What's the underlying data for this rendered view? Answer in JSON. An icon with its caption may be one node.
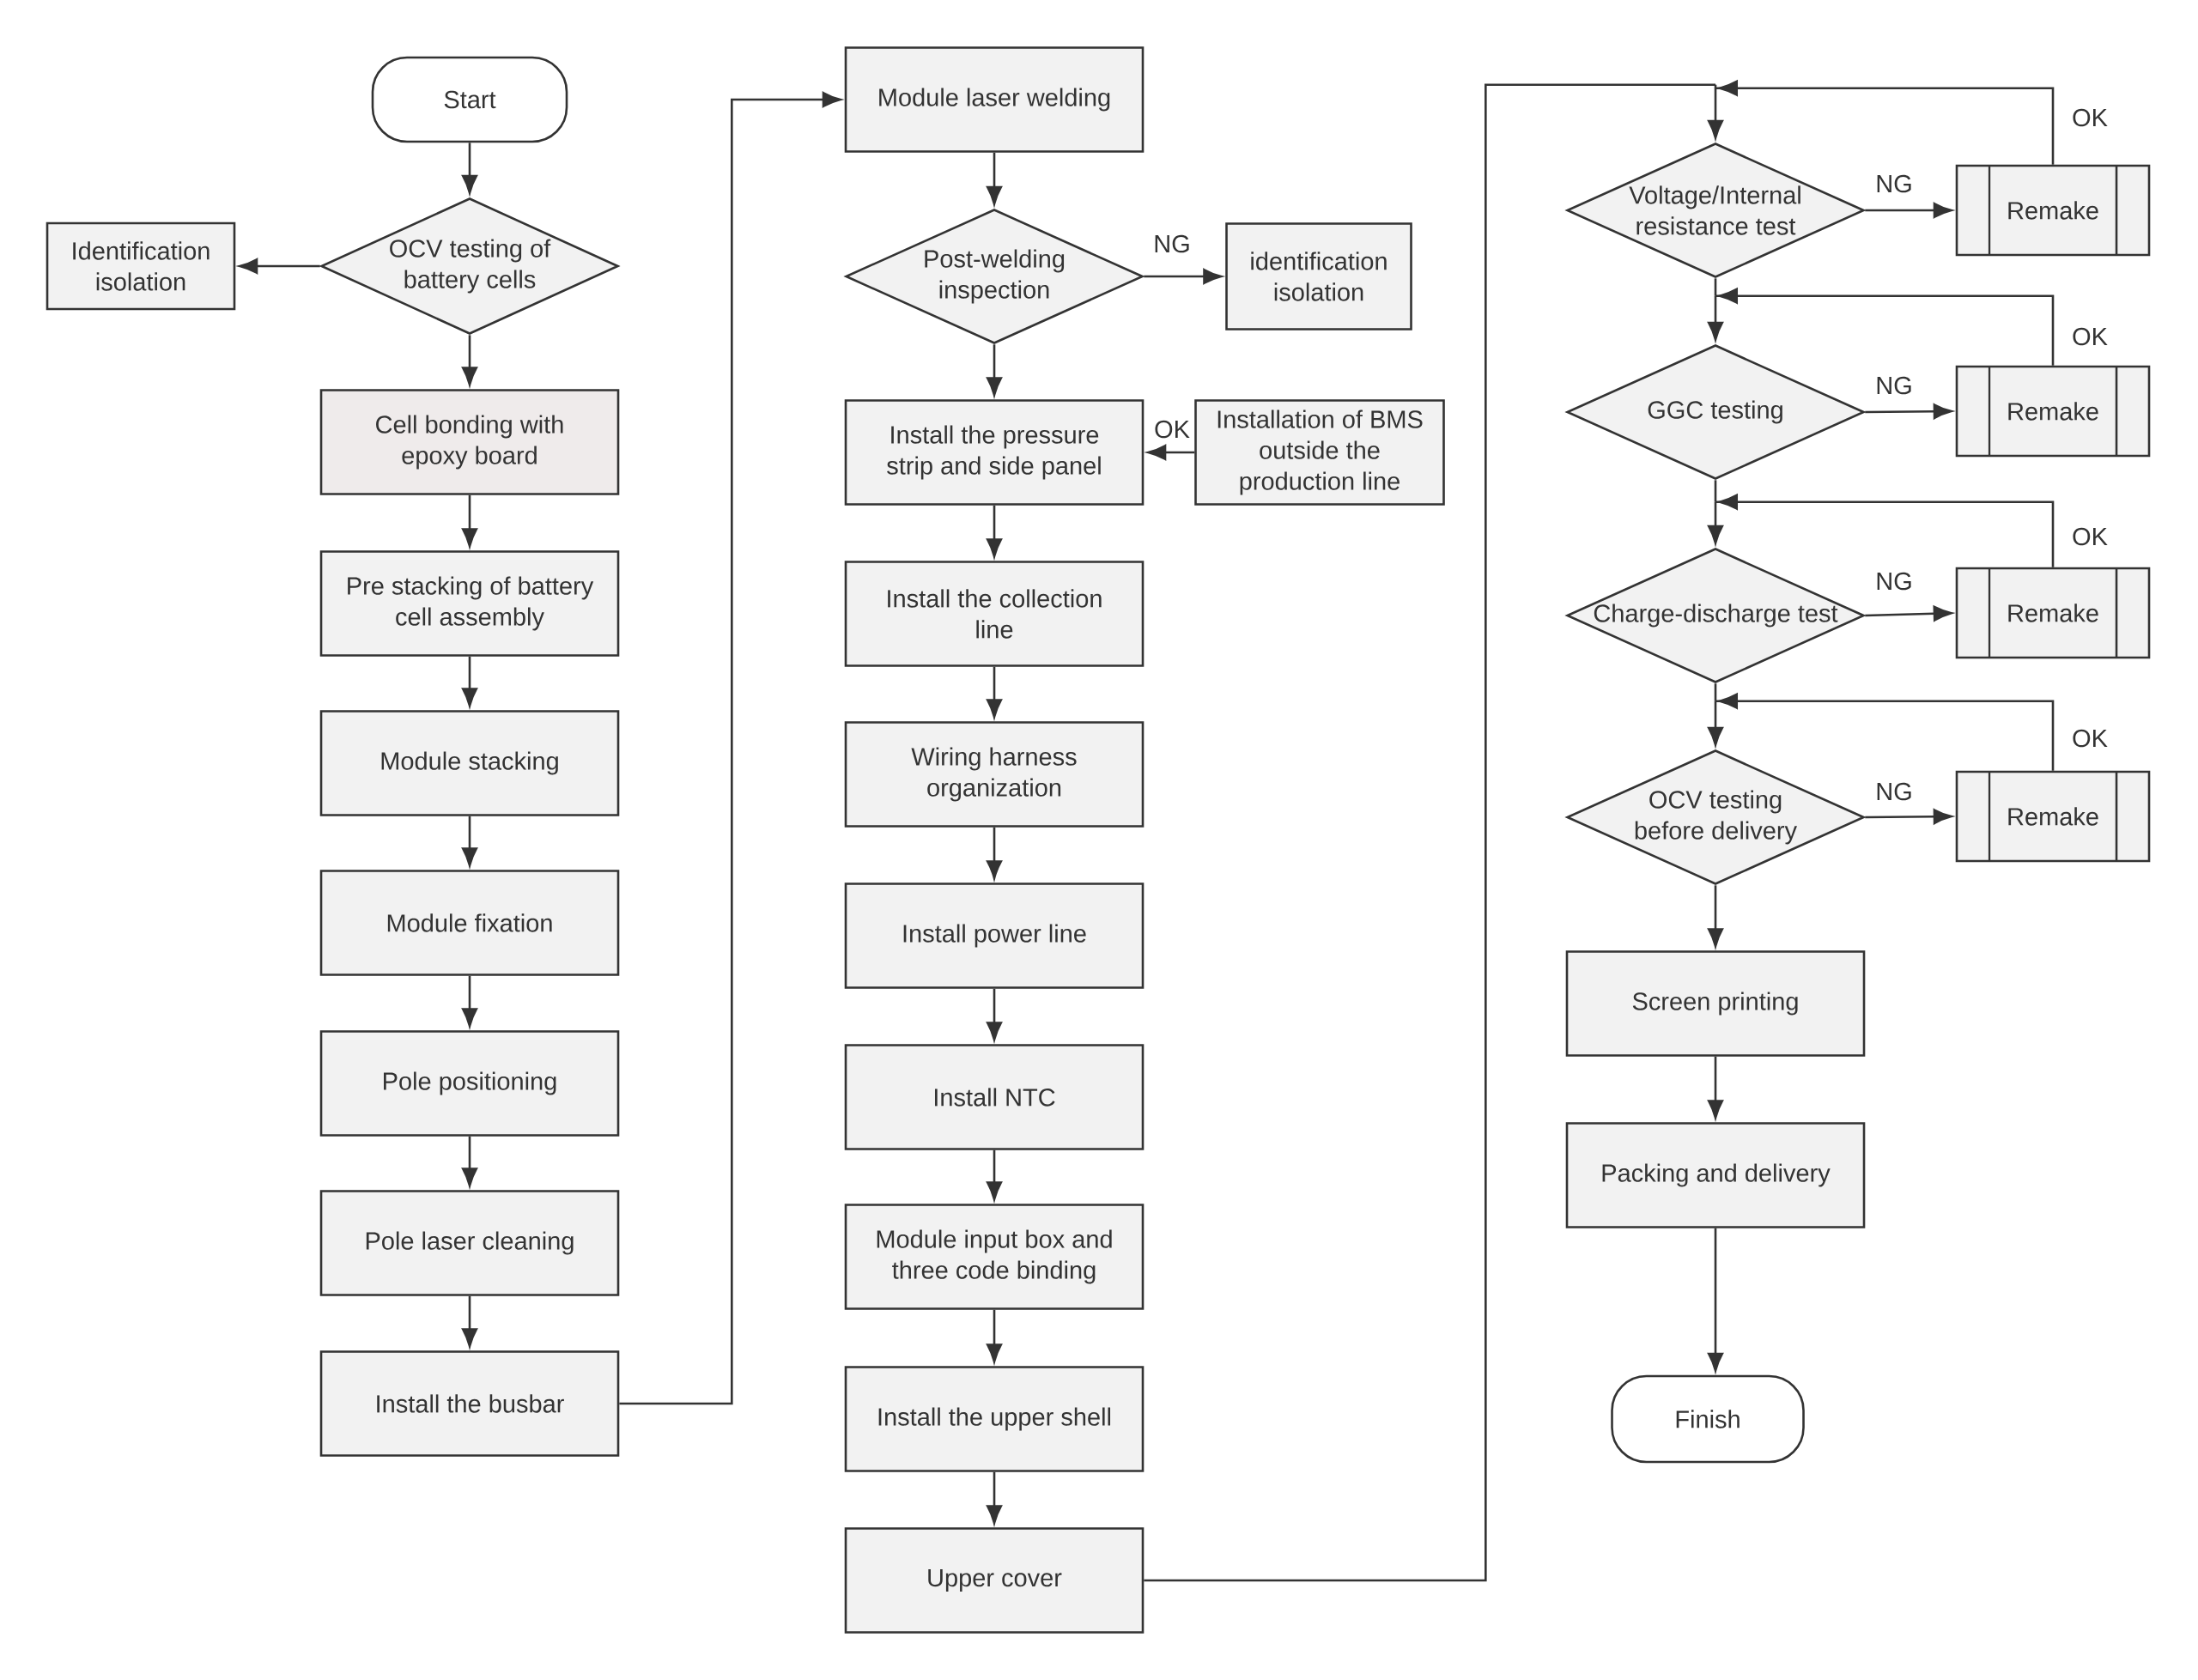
{
  "diagram": {
    "nodes": [
      {
        "text": [
          "Start"
        ]
      },
      {
        "text": [
          "OCV testing of battery cells"
        ]
      },
      {
        "text": [
          "Identification isolation"
        ]
      },
      {
        "text": [
          "Cell bonding with epoxy board"
        ]
      },
      {
        "text": [
          "Pre stacking of battery cell assembly"
        ]
      },
      {
        "text": [
          "Module stacking"
        ]
      },
      {
        "text": [
          "Module fixation"
        ]
      },
      {
        "text": [
          "Pole positioning"
        ]
      },
      {
        "text": [
          "Pole laser cleaning"
        ]
      },
      {
        "text": [
          "Install the busbar"
        ]
      },
      {
        "text": [
          "Module laser welding"
        ]
      },
      {
        "text": [
          "Post-welding inspection"
        ]
      },
      {
        "text": [
          "identification isolation"
        ]
      },
      {
        "text": [
          "Install the pressure strip and side panel"
        ]
      },
      {
        "text": [
          "Installation of BMS outside the production line"
        ]
      },
      {
        "text": [
          "Install the collection line"
        ]
      },
      {
        "text": [
          "Wiring harness organization"
        ]
      },
      {
        "text": [
          "Install power line"
        ]
      },
      {
        "text": [
          "Install NTC"
        ]
      },
      {
        "text": [
          "Module input box and three code binding"
        ]
      },
      {
        "text": [
          "Install the upper shell"
        ]
      },
      {
        "text": [
          "Upper cover"
        ]
      },
      {
        "text": [
          "Voltage/Internal resistance test"
        ]
      },
      {
        "text": [
          "Remake"
        ]
      },
      {
        "text": [
          "GGC testing"
        ]
      },
      {
        "text": [
          "Remake"
        ]
      },
      {
        "text": [
          "Charge-discharge test"
        ]
      },
      {
        "text": [
          "Remake"
        ]
      },
      {
        "text": [
          "OCV testing before delivery"
        ]
      },
      {
        "text": [
          "Remake"
        ]
      },
      {
        "text": [
          "Screen printing"
        ]
      },
      {
        "text": [
          "Packing and delivery"
        ]
      },
      {
        "text": [
          "Finish"
        ]
      }
    ],
    "edges": [
      {
        "from": 0,
        "to": 1,
        "arrow": "to"
      },
      {
        "from": 1,
        "to": 2,
        "arrow": "to"
      },
      {
        "from": 1,
        "to": 3,
        "arrow": "to"
      },
      {
        "from": 3,
        "to": 4,
        "arrow": "to"
      },
      {
        "from": 4,
        "to": 5,
        "arrow": "to"
      },
      {
        "from": 5,
        "to": 6,
        "arrow": "to"
      },
      {
        "from": 6,
        "to": 7,
        "arrow": "to"
      },
      {
        "from": 7,
        "to": 8,
        "arrow": "to"
      },
      {
        "from": 8,
        "to": 9,
        "arrow": "to"
      },
      {
        "from": 9,
        "to": 10,
        "arrow": "to"
      },
      {
        "from": 10,
        "to": 11,
        "arrow": "to"
      },
      {
        "from": 11,
        "to": 12,
        "arrow": "to",
        "label": "NG"
      },
      {
        "from": 11,
        "to": 13,
        "arrow": "to"
      },
      {
        "from": 14,
        "to": 13,
        "arrow": "to",
        "label": "OK"
      },
      {
        "from": 13,
        "to": 15,
        "arrow": "to"
      },
      {
        "from": 15,
        "to": 16,
        "arrow": "to"
      },
      {
        "from": 16,
        "to": 17,
        "arrow": "to"
      },
      {
        "from": 17,
        "to": 18,
        "arrow": "to"
      },
      {
        "from": 18,
        "to": 19,
        "arrow": "to"
      },
      {
        "from": 19,
        "to": 20,
        "arrow": "to"
      },
      {
        "from": 20,
        "to": 21,
        "arrow": "to"
      },
      {
        "from": 21,
        "to": 22,
        "arrow": "to"
      },
      {
        "from": 22,
        "to": 23,
        "arrow": "to",
        "label": "NG"
      },
      {
        "from": 23,
        "to": 22,
        "arrow": "to",
        "label": "OK"
      },
      {
        "from": 22,
        "to": 24,
        "arrow": "to"
      },
      {
        "from": 24,
        "to": 25,
        "arrow": "to",
        "label": "NG"
      },
      {
        "from": 25,
        "to": 24,
        "arrow": "to",
        "label": "OK"
      },
      {
        "from": 24,
        "to": 26,
        "arrow": "to"
      },
      {
        "from": 26,
        "to": 27,
        "arrow": "to",
        "label": "NG"
      },
      {
        "from": 27,
        "to": 26,
        "arrow": "to",
        "label": "OK"
      },
      {
        "from": 26,
        "to": 28,
        "arrow": "to"
      },
      {
        "from": 28,
        "to": 29,
        "arrow": "to",
        "label": "NG"
      },
      {
        "from": 29,
        "to": 28,
        "arrow": "to",
        "label": "OK"
      },
      {
        "from": 28,
        "to": 30,
        "arrow": "to"
      },
      {
        "from": 30,
        "to": 31,
        "arrow": "to"
      },
      {
        "from": 31,
        "to": 32,
        "arrow": "to"
      }
    ]
  }
}
